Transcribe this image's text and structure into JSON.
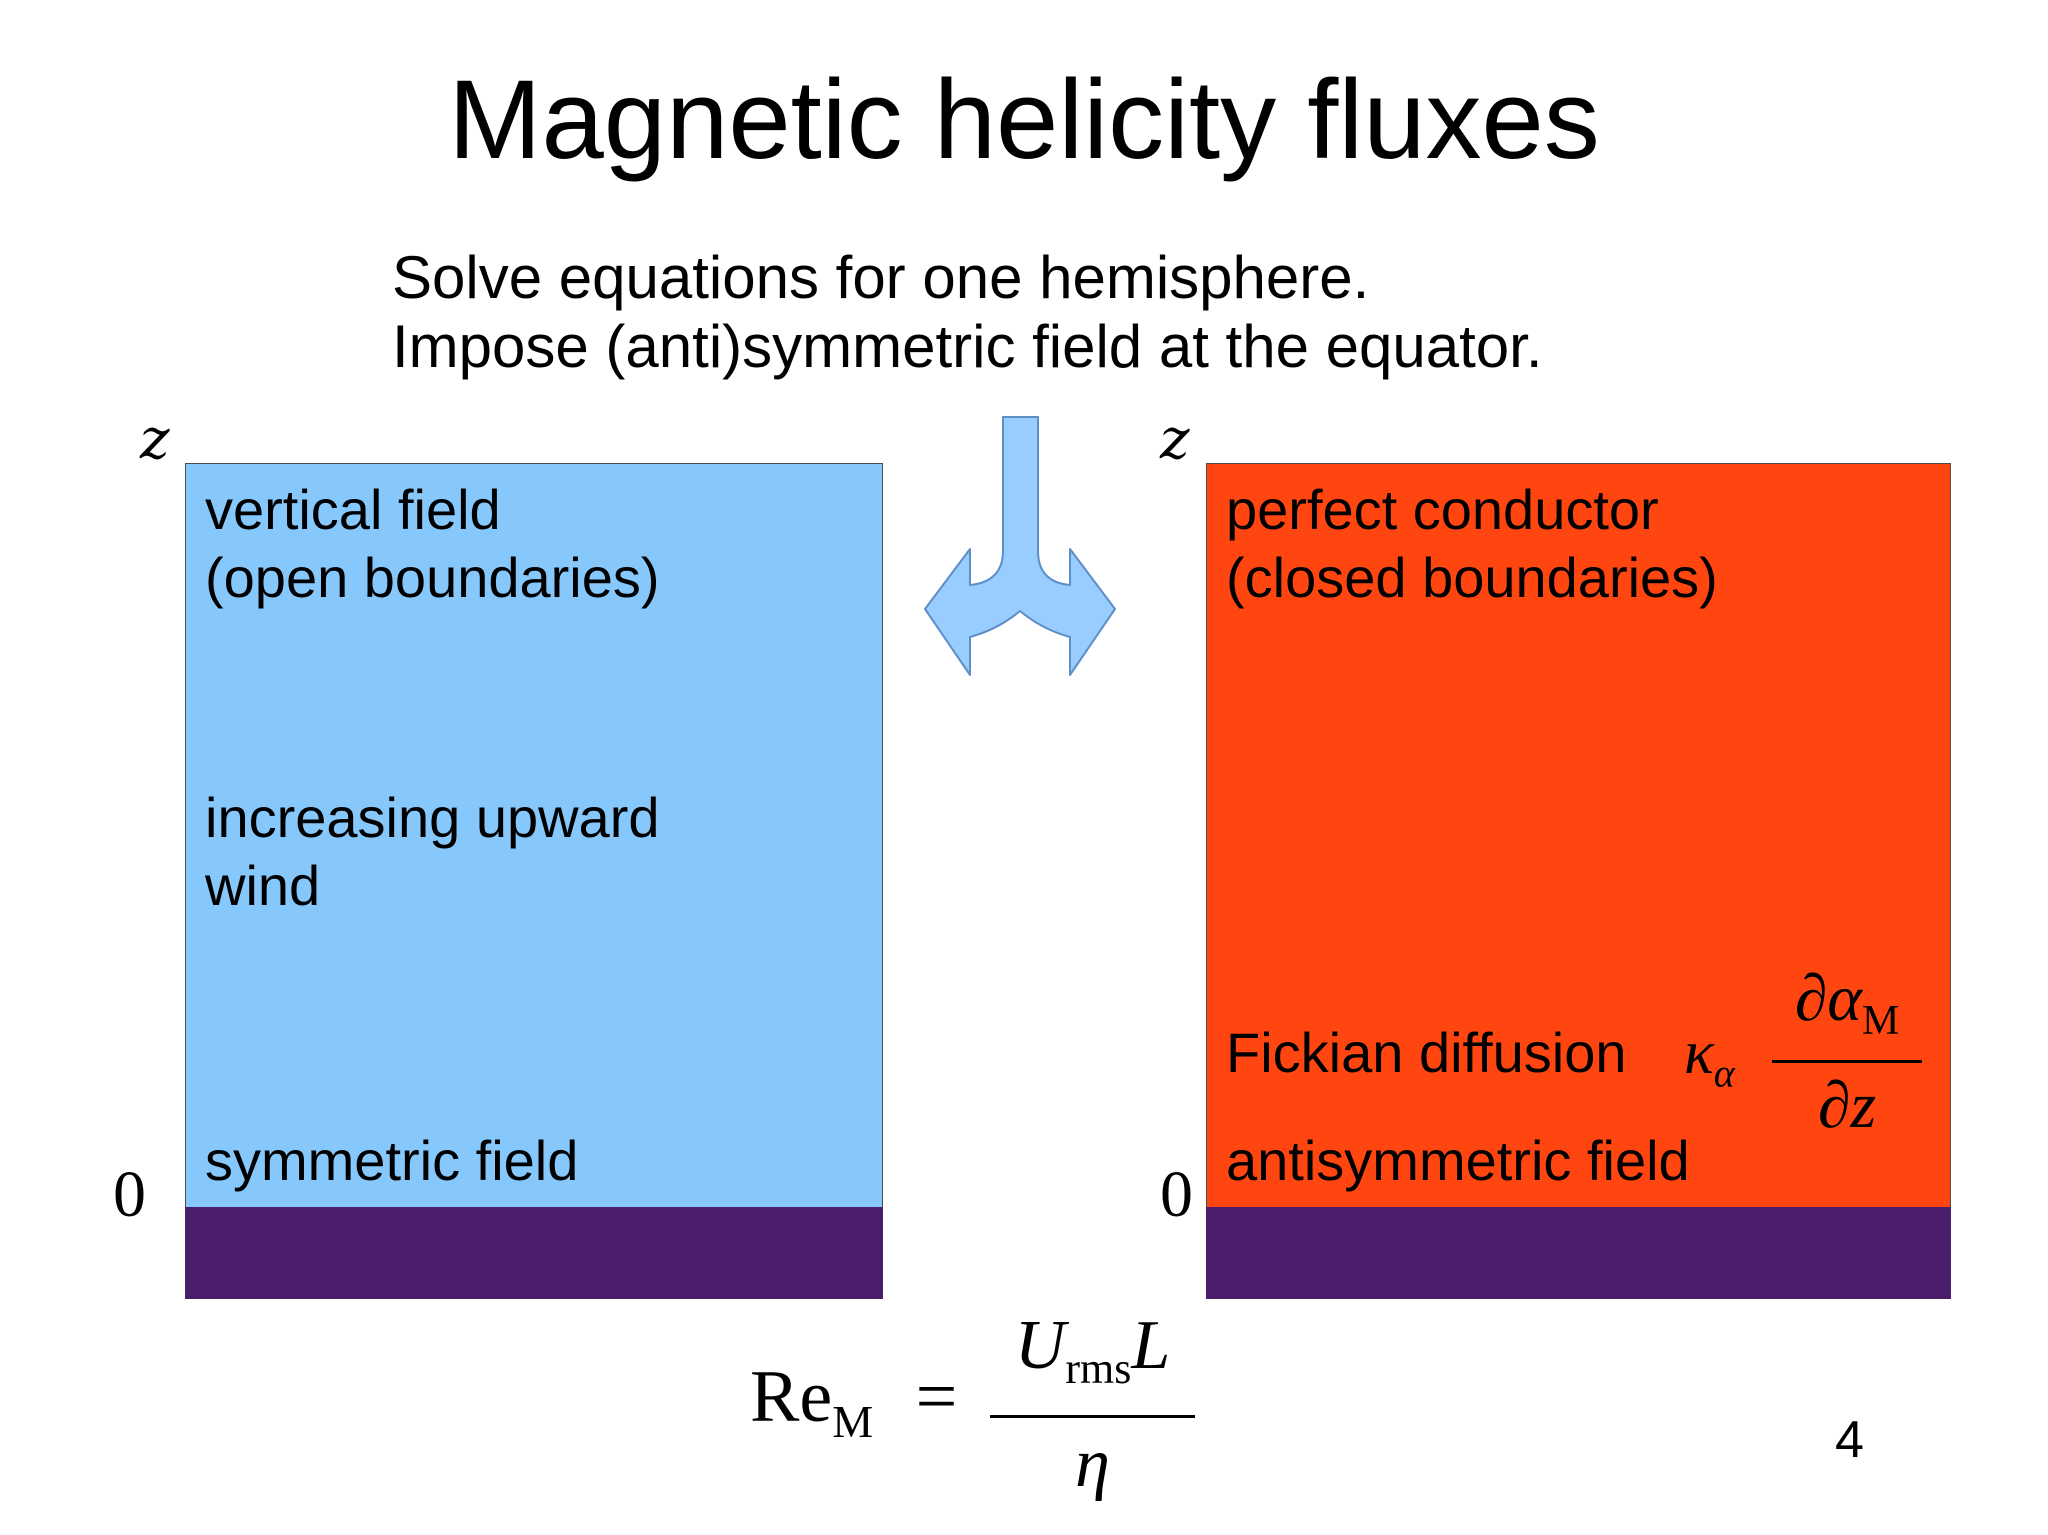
{
  "slide": {
    "title": "Magnetic helicity fluxes",
    "subtitle_lines": [
      "Solve equations for one hemisphere.",
      "Impose (anti)symmetric field at the equator."
    ],
    "page_number": "4"
  },
  "left_panel": {
    "axis_top": "z",
    "axis_bottom": "0",
    "top_text": [
      "vertical field",
      "(open boundaries)"
    ],
    "middle_text": [
      "increasing upward",
      "wind"
    ],
    "bottom_text": "symmetric field",
    "color": "#87c8fc"
  },
  "right_panel": {
    "axis_top": "z",
    "axis_bottom": "0",
    "top_text": [
      "perfect conductor",
      "(closed boundaries)"
    ],
    "fickian_label": "Fickian diffusion",
    "fickian_kappa": "κ",
    "fickian_kappa_sub": "α",
    "fickian_num": "∂α",
    "fickian_num_sub": "M",
    "fickian_den": "∂z",
    "bottom_text": "antisymmetric field",
    "color": "#ff4611"
  },
  "floor_color": "#4b1e6b",
  "arrow": {
    "icon": "split-arrow-icon",
    "color": "#99ccff"
  },
  "equation": {
    "lhs": "Re",
    "lhs_sub": "M",
    "equals": "=",
    "num_main": "U",
    "num_sub": "rms",
    "num_tail": "L",
    "den": "η"
  }
}
